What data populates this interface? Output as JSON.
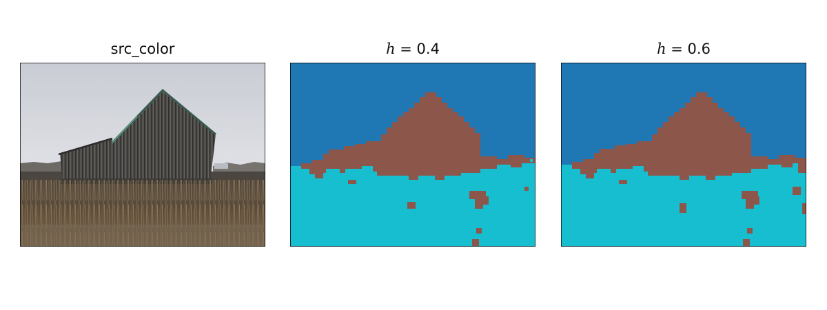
{
  "figure": {
    "panels": [
      {
        "title": "src_color"
      },
      {
        "title_var": "h",
        "title_rest": " = 0.4"
      },
      {
        "title_var": "h",
        "title_rest": " = 0.6"
      }
    ]
  },
  "colors": {
    "sky_label": "#1f77b4",
    "barn_label": "#8c564b",
    "ground_label": "#17becf"
  },
  "chart_data": [
    {
      "type": "image",
      "title": "src_color"
    },
    {
      "type": "heatmap",
      "title": "h = 0.4",
      "classes": [
        "#1f77b4",
        "#8c564b",
        "#17becf"
      ]
    },
    {
      "type": "heatmap",
      "title": "h = 0.6",
      "classes": [
        "#1f77b4",
        "#8c564b",
        "#17becf"
      ]
    }
  ]
}
